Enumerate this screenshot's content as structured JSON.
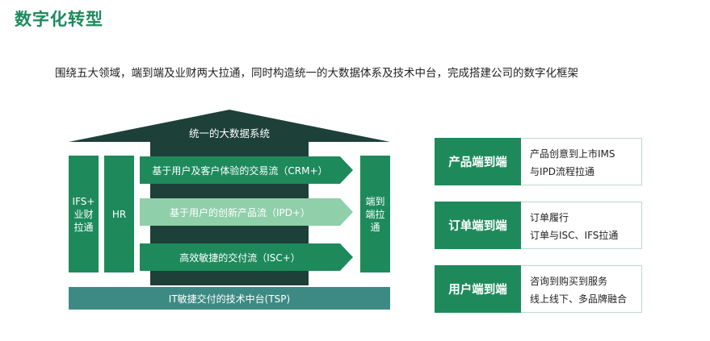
{
  "page": {
    "title": "数字化转型",
    "subtitle": "围绕五大领域，端到端及业财两大拉通，同时构造统一的大数据体系及技术中台，完成搭建公司的数字化框架"
  },
  "diagram": {
    "roof_label": "统一的大数据系统",
    "left_pillars": [
      {
        "label": "IFS+\n业财\n拉通"
      },
      {
        "label": "HR"
      }
    ],
    "right_pillar": {
      "label": "端到\n端拉\n通"
    },
    "flows": [
      {
        "label": "基于用户及客户体验的交易流（CRM+）",
        "color": "#1e8a5c"
      },
      {
        "label": "基于用户的创新产品流（IPD+）",
        "color": "#8fcfaa"
      },
      {
        "label": "高效敏捷的交付流（ISC+）",
        "color": "#1e8a5c"
      }
    ],
    "base_label": "IT敏捷交付的技术中台(TSP)",
    "colors": {
      "roof": "#1d4038",
      "pillar": "#1e8a5c",
      "base": "#3d8a84"
    }
  },
  "cards": [
    {
      "title": "产品端到端",
      "lines": [
        "产品创意到上市IMS",
        "与IPD流程拉通"
      ]
    },
    {
      "title": "订单端到端",
      "lines": [
        "订单履行",
        "订单与ISC、IFS拉通"
      ]
    },
    {
      "title": "用户端到端",
      "lines": [
        "咨询到购买到服务",
        "线上线下、多品牌融合"
      ]
    }
  ]
}
